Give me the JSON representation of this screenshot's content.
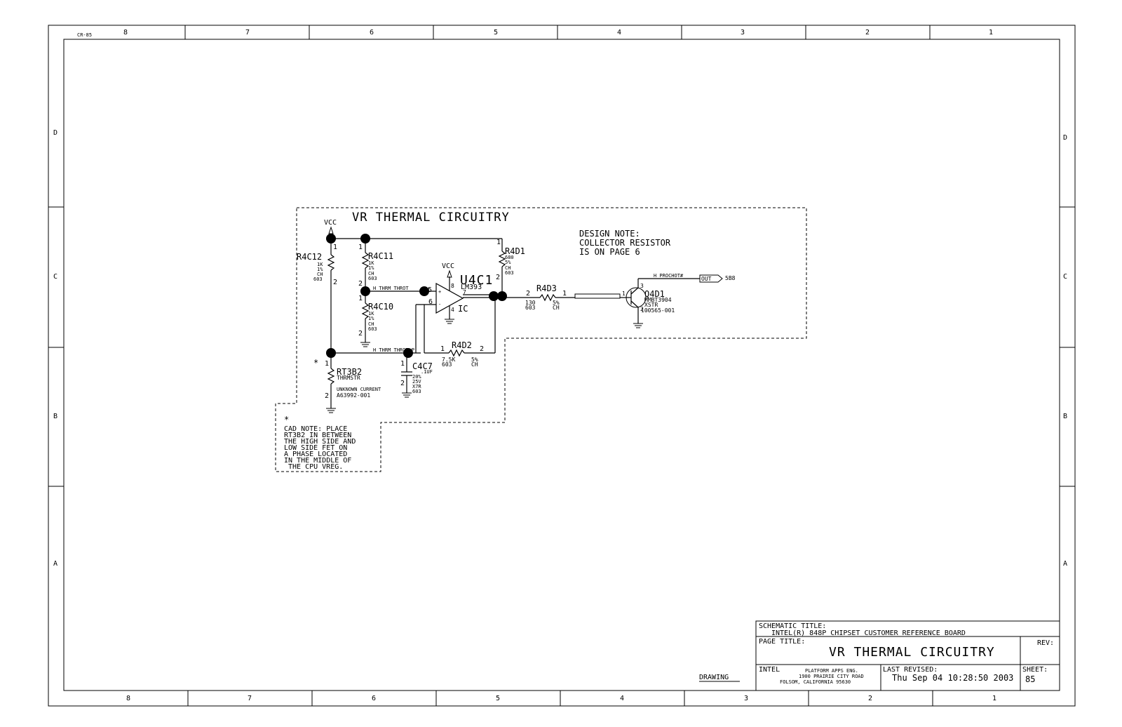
{
  "frame": {
    "corner_tag": "CR-85",
    "top_columns": [
      "8",
      "7",
      "6",
      "5",
      "4",
      "3",
      "2",
      "1"
    ],
    "bottom_columns": [
      "8",
      "7",
      "6",
      "5",
      "4",
      "3",
      "2",
      "1"
    ],
    "left_rows": [
      "D",
      "C",
      "B",
      "A"
    ],
    "right_rows": [
      "D",
      "C",
      "B",
      "A"
    ]
  },
  "circuit": {
    "block_title": "VR THERMAL CIRCUITRY",
    "design_note": [
      "DESIGN NOTE:",
      "COLLECTOR RESISTOR",
      "IS ON PAGE 6"
    ],
    "vcc_left": "VCC",
    "vcc_opamp": "VCC",
    "r4c12": {
      "ref": "R4C12",
      "values": [
        "1K",
        "1%",
        "CH",
        "603"
      ],
      "pin1": "1",
      "pin2": "2"
    },
    "r4c11": {
      "ref": "R4C11",
      "values": [
        "1K",
        "1%",
        "CH",
        "603"
      ],
      "pin1": "1",
      "pin2": "2"
    },
    "r4c10": {
      "ref": "R4C10",
      "values": [
        "1K",
        "1%",
        "CH",
        "603"
      ],
      "pin1": "1",
      "pin2": "2"
    },
    "r4d1": {
      "ref": "R4D1",
      "values": [
        "680",
        "5%",
        "CH",
        "603"
      ],
      "pin1": "1",
      "pin2": "2"
    },
    "r4d2": {
      "ref": "R4D2",
      "values": [
        "7.5K",
        "603"
      ],
      "values2": [
        "5%",
        "CH"
      ],
      "pin1": "1",
      "pin2": "2"
    },
    "r4d3": {
      "ref": "R4D3",
      "values": [
        "130",
        "603"
      ],
      "values2": [
        "5%",
        "CH"
      ],
      "pin1": "1",
      "pin2": "2"
    },
    "u4c1": {
      "ref": "U4C1",
      "part": "LM393",
      "suffix": "IC",
      "pins": [
        "5",
        "6",
        "7",
        "8",
        "4"
      ]
    },
    "c4c7": {
      "ref": "C4C7",
      "values": [
        ".1UF",
        "20%",
        "25V",
        "X7R",
        "603"
      ],
      "pin1": "1",
      "pin2": "2"
    },
    "rt3b2": {
      "ref": "RT3B2",
      "type": "THRMSTR",
      "note": "UNKNOWN CURRENT",
      "pn": "A63992-001",
      "pin1": "1",
      "pin2": "2",
      "star": "*"
    },
    "q4d1": {
      "ref": "Q4D1",
      "part": "MMBT3904",
      "type": "XSTR",
      "pn": "100565-001",
      "pins": [
        "3",
        "1",
        "2"
      ]
    },
    "nets": {
      "net1": "H_THRM_THROT_",
      "net2": "H_THRM_THROT_P",
      "prochot": "H_PROCHOT#",
      "port_dir": "OUT",
      "port_ref": "5B8"
    },
    "cad_note": {
      "star": "*",
      "lines": [
        "CAD NOTE: PLACE",
        "RT3B2 IN BETWEEN",
        "THE HIGH SIDE AND",
        "LOW SIDE FET ON",
        "A PHASE LOCATED",
        "IN THE MIDDLE OF",
        "THE CPU VREG."
      ]
    }
  },
  "title_block": {
    "drawing_label": "DRAWING",
    "schematic_title_label": "SCHEMATIC TITLE:",
    "schematic_title": "INTEL(R) 848P CHIPSET CUSTOMER REFERENCE BOARD",
    "page_title_label": "PAGE TITLE:",
    "page_title": "VR THERMAL CIRCUITRY",
    "rev_label": "REV:",
    "company": "INTEL",
    "address": [
      "PLATFORM APPS ENG.",
      "1900 PRAIRIE CITY ROAD",
      "FOLSOM, CALIFORNIA 95630"
    ],
    "last_revised_label": "LAST REVISED:",
    "last_revised": "Thu Sep 04 10:28:50 2003",
    "sheet_label": "SHEET:",
    "sheet": "85"
  }
}
